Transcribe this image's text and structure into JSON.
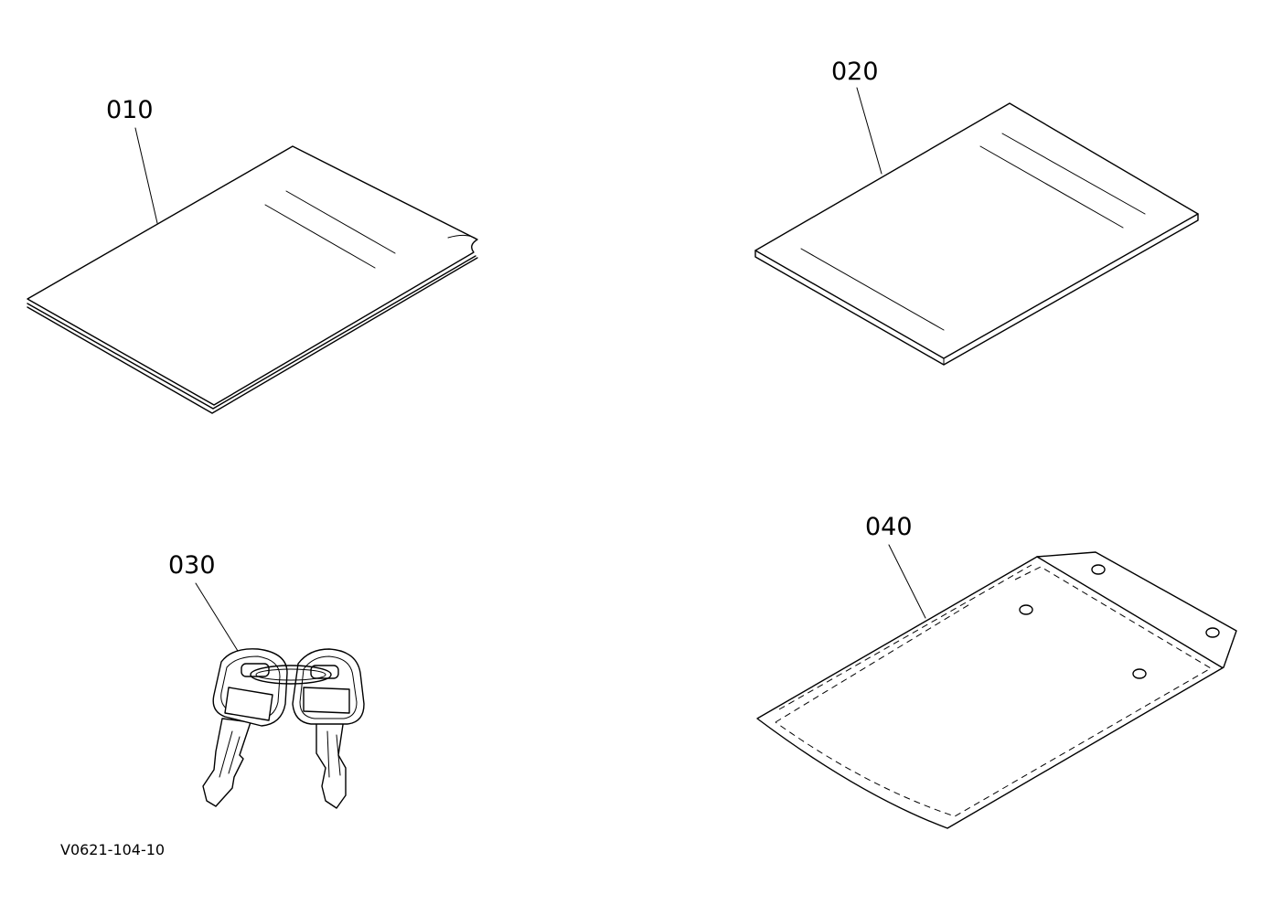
{
  "parts": [
    {
      "callout": "010",
      "icon": "manual-booklet-icon"
    },
    {
      "callout": "020",
      "icon": "book-icon"
    },
    {
      "callout": "030",
      "icon": "key-pair-icon"
    },
    {
      "callout": "040",
      "icon": "document-pouch-icon"
    }
  ],
  "drawing_code": "V0621-104-10",
  "colors": {
    "line": "#000000",
    "background": "#ffffff"
  }
}
